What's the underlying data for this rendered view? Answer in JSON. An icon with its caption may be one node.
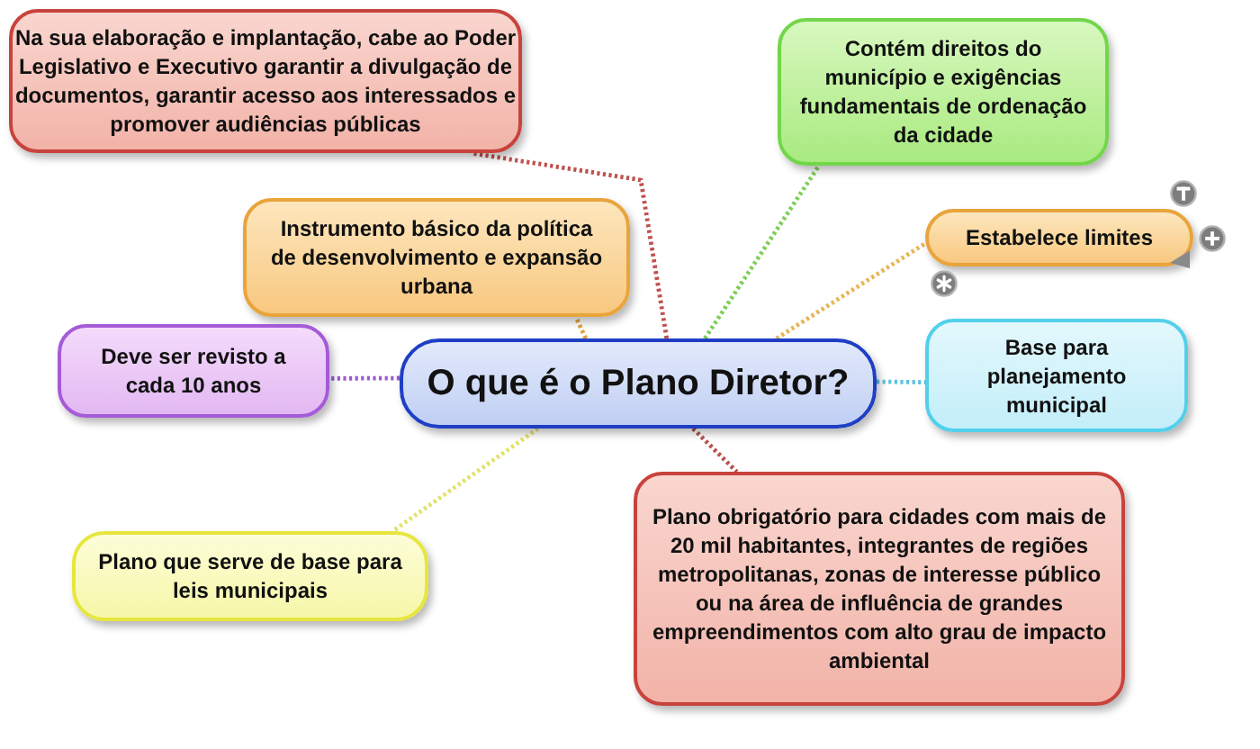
{
  "diagram": {
    "nodes": [
      {
        "text": [
          "Na sua elaboração e implantação, cabe ao Poder Legislativo e Executivo garantir a divulgação de documentos, garantir acesso aos interessados e promover audiências públicas"
        ]
      },
      {
        "text": [
          "Contém direitos do município e exigências fundamentais de ordenação da cidade"
        ]
      },
      {
        "text": [
          "Instrumento básico da política de desenvolvimento e expansão urbana"
        ]
      },
      {
        "text": [
          "Estabelece limites"
        ]
      },
      {
        "text": [
          "Deve ser revisto a cada 10 anos"
        ]
      },
      {
        "text": [
          "O que é o Plano Diretor?"
        ]
      },
      {
        "text": [
          "Base para planejamento municipal"
        ]
      },
      {
        "text": [
          "Plano obrigatório para cidades com mais de 20 mil habitantes, integrantes de regiões metropolitanas, zonas de interesse público ou na área de influência de grandes empreendimentos com alto grau de impacto ambiental"
        ]
      },
      {
        "text": [
          "Plano que serve de base para leis municipais"
        ]
      }
    ],
    "edges": [
      {
        "from": 5,
        "to": 0,
        "arrow": "none",
        "style": "dashed",
        "color": "#c0504d"
      },
      {
        "from": 5,
        "to": 1,
        "arrow": "none",
        "style": "dashed",
        "color": "#7ccf55"
      },
      {
        "from": 5,
        "to": 2,
        "arrow": "none",
        "style": "dashed",
        "color": "#e3a03c"
      },
      {
        "from": 5,
        "to": 3,
        "arrow": "none",
        "style": "dashed",
        "color": "#e8b454"
      },
      {
        "from": 5,
        "to": 4,
        "arrow": "none",
        "style": "dashed",
        "color": "#9b5bd3"
      },
      {
        "from": 5,
        "to": 6,
        "arrow": "none",
        "style": "dashed",
        "color": "#5cc3dc"
      },
      {
        "from": 5,
        "to": 7,
        "arrow": "none",
        "style": "dashed",
        "color": "#b8504a"
      },
      {
        "from": 5,
        "to": 8,
        "arrow": "none",
        "style": "dashed",
        "color": "#e2e26a"
      }
    ]
  }
}
